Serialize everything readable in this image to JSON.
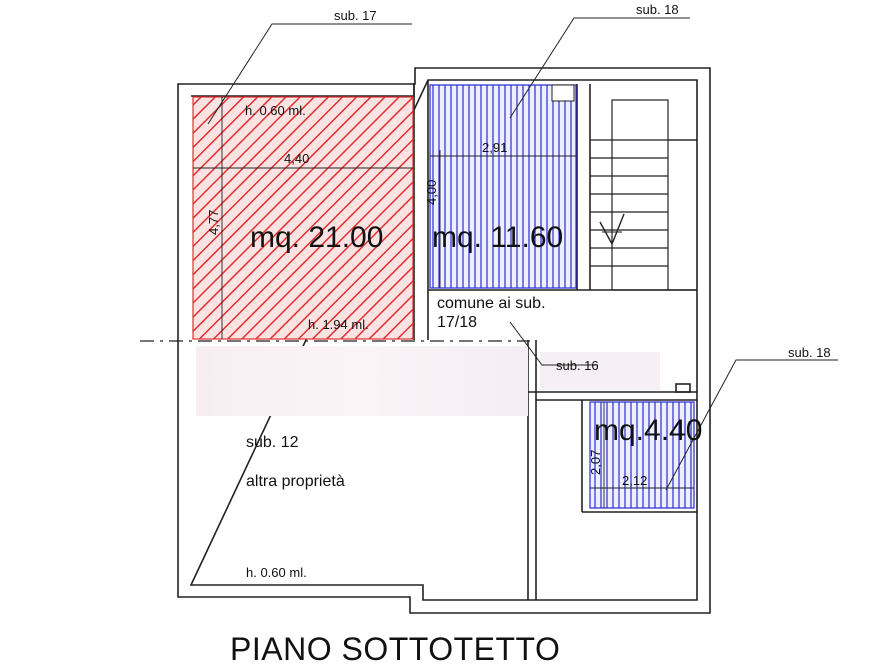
{
  "labels": {
    "sub17": "sub. 17",
    "sub18_top": "sub. 18",
    "sub18_right": "sub. 18",
    "sub16": "sub. 16",
    "sub12": "sub. 12",
    "altra": "altra proprietà",
    "h_top": "h. 0.60 ml.",
    "h_mid": "h. 1.94 ml.",
    "h_bottom": "h. 0.60 ml.",
    "comune_line1": "comune ai sub.",
    "comune_line2": "17/18"
  },
  "dimensions": {
    "red_width": "4,40",
    "red_height": "4,77",
    "blue_width": "2,91",
    "blue_height": "4,00",
    "small_width": "2,12",
    "small_height": "2,07"
  },
  "areas": {
    "red": "mq. 21.00",
    "blue": "mq. 11.60",
    "small": "mq.4.40"
  },
  "title": "PIANO SOTTOTETTO",
  "colors": {
    "red_hatch": "#e03030",
    "red_fill": "#fbe3e3",
    "blue_hatch": "#2b2bd0",
    "blue_fill": "#eef0ff",
    "wall": "#222222",
    "blur": "#f6eef2"
  }
}
